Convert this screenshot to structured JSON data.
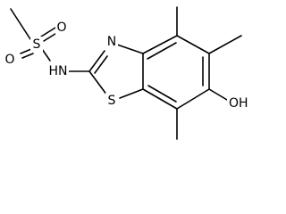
{
  "molecule": {
    "atom_labels": {
      "s_sulfonyl": "S",
      "o_upper": "O",
      "o_lower": "O",
      "n_amide": "HN",
      "n_ring": "N",
      "s_ring": "S",
      "hydroxyl": "OH"
    },
    "colors": {
      "bond": "#000000",
      "label": "#000000",
      "background": "#ffffff"
    }
  }
}
